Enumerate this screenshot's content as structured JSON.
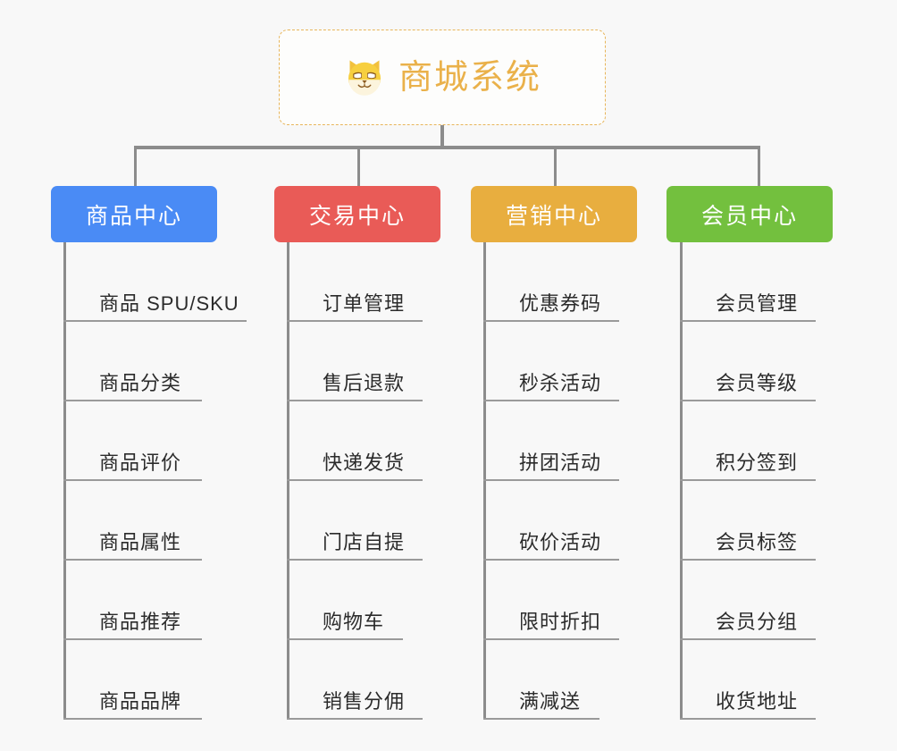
{
  "diagram": {
    "title": "商城系统",
    "root_icon": "dog-face-icon",
    "colors": {
      "background": "#f8f8f8",
      "root_text": "#eab14a",
      "root_border": "#e7b55a",
      "connector": "#8c8c8c",
      "leaf_text": "#2b2b2b",
      "leaf_line": "#9a9a9a",
      "category_blue": "#4a8bf5",
      "category_red": "#e95b57",
      "category_orange": "#e8ae3f",
      "category_green": "#73c03e"
    },
    "categories": [
      {
        "label": "商品中心",
        "color": "#4a8bf5",
        "items": [
          "商品 SPU/SKU",
          "商品分类",
          "商品评价",
          "商品属性",
          "商品推荐",
          "商品品牌"
        ]
      },
      {
        "label": "交易中心",
        "color": "#e95b57",
        "items": [
          "订单管理",
          "售后退款",
          "快递发货",
          "门店自提",
          "购物车",
          "销售分佣"
        ]
      },
      {
        "label": "营销中心",
        "color": "#e8ae3f",
        "items": [
          "优惠券码",
          "秒杀活动",
          "拼团活动",
          "砍价活动",
          "限时折扣",
          "满减送"
        ]
      },
      {
        "label": "会员中心",
        "color": "#73c03e",
        "items": [
          "会员管理",
          "会员等级",
          "积分签到",
          "会员标签",
          "会员分组",
          "收货地址"
        ]
      }
    ]
  }
}
